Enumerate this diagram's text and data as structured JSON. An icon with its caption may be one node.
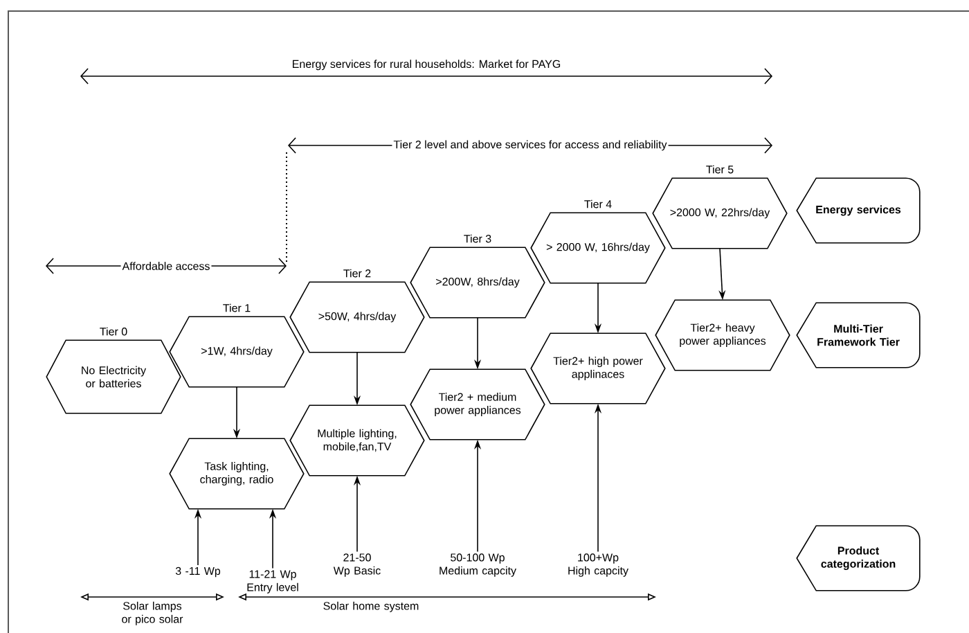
{
  "diagram": {
    "nodes": [
      {
        "text": [
          "No Electricity or batteries"
        ],
        "beside": [
          "Tier 0"
        ]
      },
      {
        "text": [
          ">1W, 4hrs/day"
        ],
        "beside": [
          "Tier 1"
        ]
      },
      {
        "text": [
          "Task lighting, charging, radio"
        ]
      },
      {
        "text": [
          ">50W, 4hrs/day"
        ],
        "beside": [
          "Tier 2"
        ]
      },
      {
        "text": [
          "Multiple lighting, mobile,fan,TV"
        ]
      },
      {
        "text": [
          ">200W, 8hrs/day"
        ],
        "beside": [
          "Tier 3"
        ]
      },
      {
        "text": [
          "Tier2 + medium power appliances"
        ]
      },
      {
        "text": [
          "> 2000 W, 16hrs/day"
        ],
        "beside": [
          "Tier 4"
        ]
      },
      {
        "text": [
          "Tier2+ high power applinaces"
        ]
      },
      {
        "text": [
          ">2000 W, 22hrs/day"
        ],
        "beside": [
          "Tier 5"
        ]
      },
      {
        "text": [
          "Tier2+ heavy power appliances"
        ]
      },
      {
        "text": [
          "Energy services"
        ]
      },
      {
        "text": [
          "Multi-Tier Framework Tier"
        ]
      },
      {
        "text": [
          "Product categorization"
        ]
      },
      {
        "text": [
          "3 -11 Wp"
        ]
      },
      {
        "text": [
          "11-21 Wp Entry level"
        ]
      },
      {
        "text": [
          "21-50 Wp Basic"
        ]
      },
      {
        "text": [
          "50-100 Wp Medium capcity"
        ]
      },
      {
        "text": [
          "100+Wp High capcity"
        ]
      }
    ],
    "edges": [
      {
        "from": 1,
        "to": 2,
        "arrow": "to"
      },
      {
        "from": 3,
        "to": 4,
        "arrow": "to"
      },
      {
        "from": 5,
        "to": 6,
        "arrow": "to"
      },
      {
        "from": 7,
        "to": 8,
        "arrow": "to"
      },
      {
        "from": 9,
        "to": 10,
        "arrow": "to"
      },
      {
        "from": 14,
        "to": 2,
        "arrow": "to"
      },
      {
        "from": 15,
        "to": 2,
        "arrow": "to"
      },
      {
        "from": 16,
        "to": 4,
        "arrow": "to"
      },
      {
        "from": 17,
        "to": 6,
        "arrow": "to"
      },
      {
        "from": 18,
        "to": 8,
        "arrow": "to"
      }
    ],
    "labels": [
      "Energy services for rural households: Market for PAYG",
      "Tier 2 level and above services for access and reliability",
      "Affordable access",
      "Solar lamps or pico solar",
      "Solar home system"
    ]
  }
}
